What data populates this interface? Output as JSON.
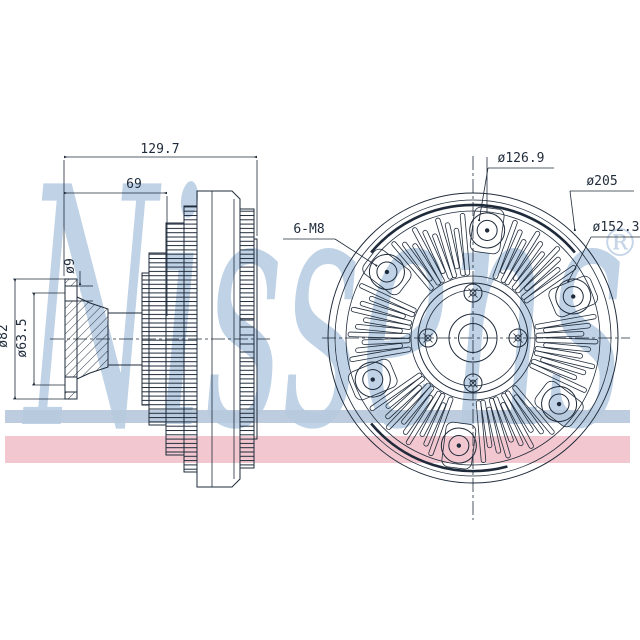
{
  "drawing": {
    "type": "technical-drawing",
    "part": "fan-clutch",
    "dimensions": {
      "overall_length": "129.7",
      "hub_offset": "69",
      "flange_hole_diameter": "ø9",
      "flange_diameter": "ø82",
      "flange_bolt_circle": "ø63.5",
      "thread_spec": "6-M8",
      "front_bolt_circle": "ø126.9",
      "outer_diameter": "ø205",
      "intermediate_diameter": "ø152.3"
    },
    "watermark": {
      "text": "Nissens",
      "registered": "®"
    },
    "colors": {
      "line": "#1f2b3a",
      "watermark_blue": "#bfd2e6",
      "registered_blue": "#c6d5e7",
      "band_blue": "#b7c9dc",
      "band_pink": "#f1c2cb",
      "background": "#ffffff"
    }
  }
}
